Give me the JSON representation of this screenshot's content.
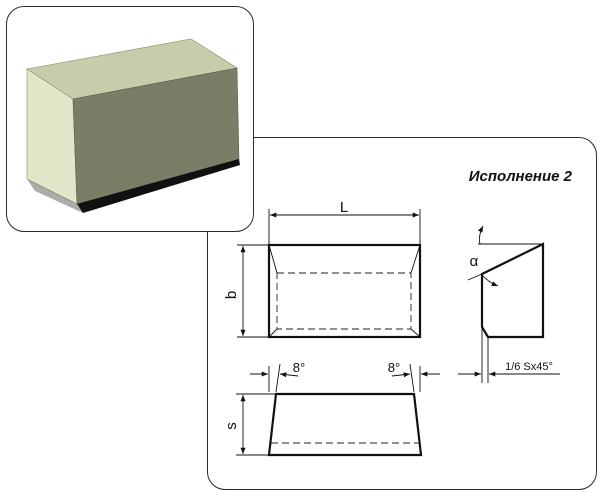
{
  "drawing": {
    "title": "Исполнение 2",
    "dim_length": "L",
    "dim_width": "b",
    "dim_height": "s",
    "angle_left": "8°",
    "angle_right": "8°",
    "angle_alpha": "α",
    "chamfer_note": "1/6 Sx45°"
  },
  "colors": {
    "panel_border": "#2a2a2a",
    "render_top": "#c9ccab",
    "render_front": "#7b7e66",
    "render_side": "#e3e6c8",
    "render_bottom": "#111111"
  }
}
